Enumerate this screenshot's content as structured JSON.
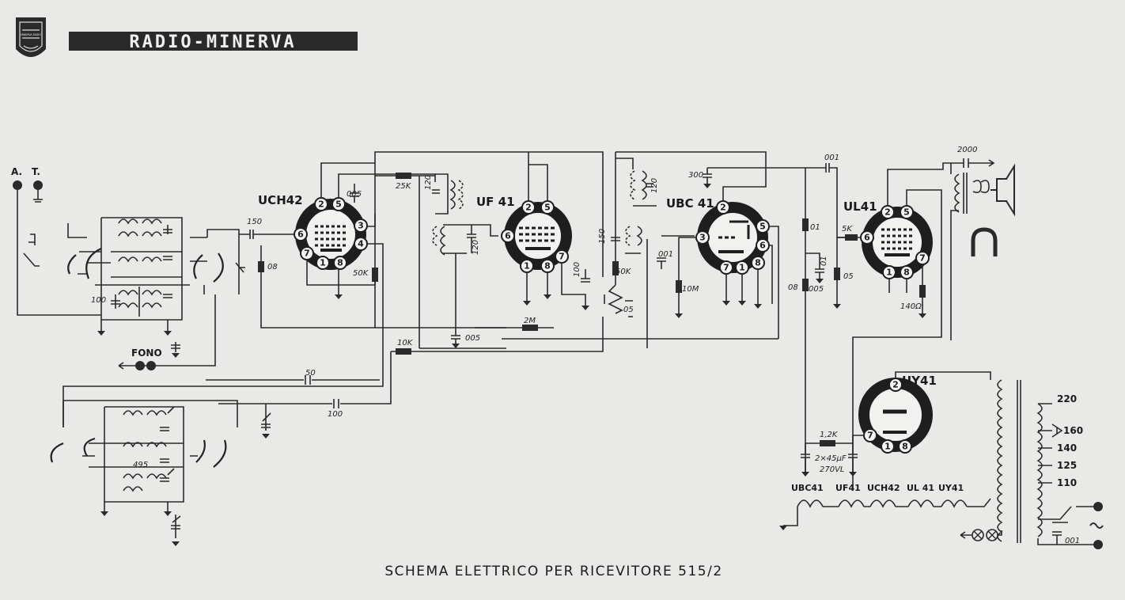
{
  "brand": {
    "name": "RADIO-MINERVA",
    "logo_text": "MINERVA RADIO"
  },
  "caption": "SCHEMA ELETTRICO PER RICEVITORE 515/2",
  "antenna": {
    "a": "A.",
    "t": "T."
  },
  "tubes": {
    "uch42": "UCH42",
    "uf41": "UF 41",
    "ubc41": "UBC 41",
    "ul41": "UL41",
    "uy41": "UY41"
  },
  "inputs": {
    "fono": "FONO"
  },
  "components": {
    "c100_left": "100",
    "c150": "150",
    "r08": "08",
    "c005_a": "005",
    "r25k": "25K",
    "c120_a": "120",
    "r50k_a": "50K",
    "c120_b": "120",
    "c100_mid": "100",
    "c150_b": "150",
    "r50k_b": "50K",
    "r05_a": "05",
    "c120_c": "120",
    "c300": "300",
    "c001_a": "001",
    "r10m": "10M",
    "r2m": "2M",
    "r10k": "10K",
    "c005_b": "005",
    "c001_b": "001",
    "r01_a": "01",
    "r01_b": "01",
    "r08_b": "08",
    "c005_c": "005",
    "r05_b": "05",
    "r5k": "5K",
    "r140": "140Ω",
    "c2000": "2000",
    "c50": "50",
    "c100_bot": "100",
    "c495": "495",
    "r12k": "1,2K",
    "elec": "2×45μF",
    "elec_v": "270VL",
    "c001_mains": "001"
  },
  "voltages": [
    "220",
    "160",
    "140",
    "125",
    "110"
  ],
  "filaments": [
    "UBC41",
    "UF41",
    "UCH42",
    "UL 41",
    "UY41"
  ]
}
